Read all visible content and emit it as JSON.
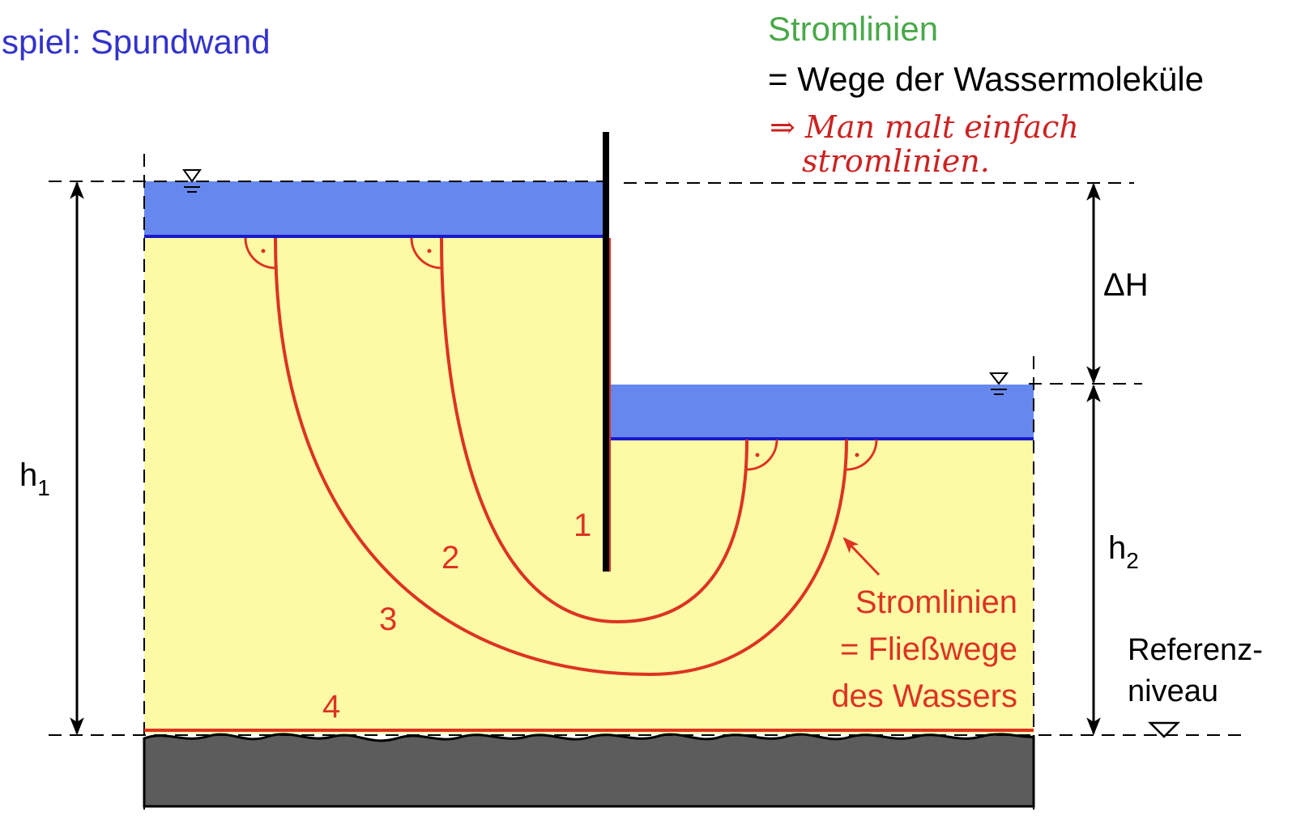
{
  "title": "spiel: Spundwand",
  "legend": {
    "heading": "Stromlinien",
    "definition": "= Wege der Wassermoleküle",
    "handwritten_line1": "⇒ Man malt einfach",
    "handwritten_line2": "stromlinien."
  },
  "labels": {
    "h1_letter": "h",
    "h1_sub": "1",
    "h2_letter": "h",
    "h2_sub": "2",
    "delta_h": "ΔH",
    "reference_line1": "Referenz-",
    "reference_line2": "niveau"
  },
  "streamlines": {
    "numbers": [
      "1",
      "2",
      "3",
      "4"
    ],
    "caption_line1": "Stromlinien",
    "caption_line2": "= Fließwege",
    "caption_line3": "des Wassers"
  },
  "colors": {
    "title_blue": "#3333cc",
    "legend_green": "#4aa84a",
    "water": "#6688ee",
    "water_line": "#1a1acc",
    "soil": "#fdfaa6",
    "streamline": "#dd3322",
    "bedrock": "#5c5c5c",
    "handwriting": "#cc2222"
  }
}
